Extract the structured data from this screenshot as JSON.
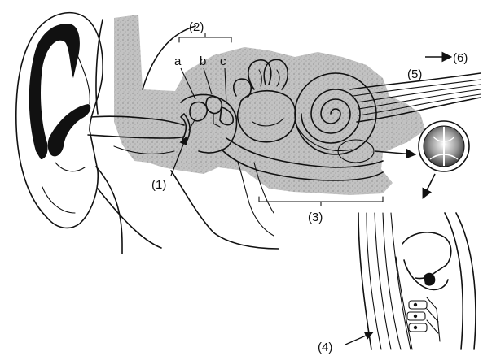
{
  "labels": {
    "eardrum": "(1)",
    "ossicles_group": "(2)",
    "ossicle_a": "a",
    "ossicle_b": "b",
    "ossicle_c": "c",
    "cochlea": "(3)",
    "hair_cells": "(4)",
    "nerve": "(5)",
    "to_brain": "(6)"
  },
  "colors": {
    "ink": "#111111",
    "bone_texture": "#b9b9b9",
    "background": "#ffffff",
    "pinna_dark": "#111111"
  }
}
